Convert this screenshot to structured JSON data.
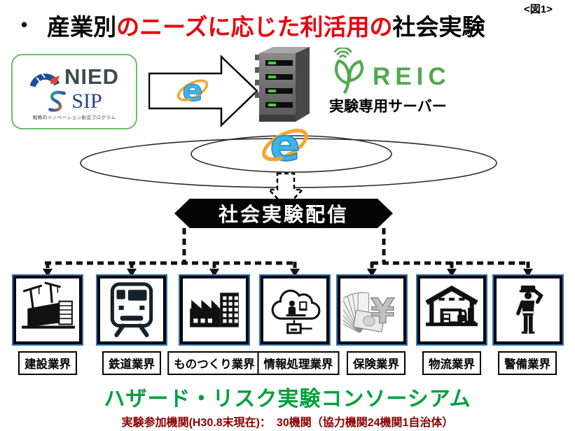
{
  "figure_tag": "<図1>",
  "title": {
    "bullet": "•",
    "part1_black": "産業別",
    "part2_red": "のニーズに応じた利活用の",
    "part3_black": "社会実験"
  },
  "source_logos": {
    "nied": "NIED",
    "sip": "SIP",
    "sip_caption": "戦略的イノベーション創造プログラム"
  },
  "server": {
    "reic": "REIC",
    "label": "実験専用サーバー",
    "browser_icon": "internet-explorer-icon"
  },
  "banner": {
    "label": "社会実験配信"
  },
  "industries": [
    {
      "label": "建設業界",
      "icon": "construction-site-icon"
    },
    {
      "label": "鉄道業界",
      "icon": "train-icon"
    },
    {
      "label": "ものつくり業界",
      "icon": "factory-icon"
    },
    {
      "label": "情報処理業界",
      "icon": "cloud-computing-icon"
    },
    {
      "label": "保険業界",
      "icon": "yen-banknotes-icon"
    },
    {
      "label": "物流業界",
      "icon": "warehouse-forklift-icon"
    },
    {
      "label": "警備業界",
      "icon": "security-guard-icon"
    }
  ],
  "footer": {
    "consortium": "ハザード・リスク実験コンソーシアム",
    "participants": "実験参加機関(H30.8末現在)：　30機関（協力機関24機関1自治体）"
  },
  "colors": {
    "title_accent_red": "#e8000d",
    "consortium_green": "#00a03c",
    "reic_green": "#52a852",
    "participants_dark_red": "#8b0000",
    "banner_black": "#050505",
    "industry_border_blue": "#2e74b5",
    "nied_blue": "#1b4e9b",
    "sip_blue": "#24418e",
    "ie_blue": "#3fb3e8",
    "ie_ring_orange": "#f3a62f",
    "logo_box_green_border": "#6abf69"
  }
}
